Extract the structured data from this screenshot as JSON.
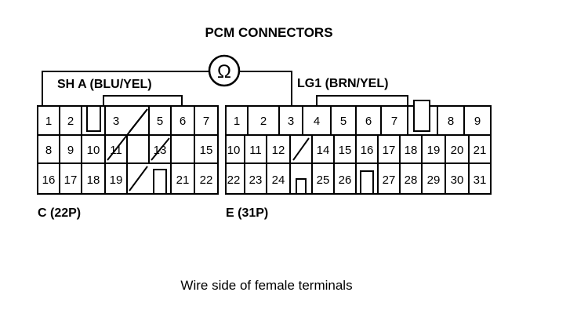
{
  "title": "PCM CONNECTORS",
  "meter_symbol": "Ω",
  "probe_left_label": "SH A (BLU/YEL)",
  "probe_right_label": "LG1 (BRN/YEL)",
  "caption": "Wire side of female terminals",
  "connector_c": {
    "name": "C (22P)",
    "rows": [
      [
        "1",
        "2",
        "",
        "3",
        "/",
        "5",
        "6",
        "7"
      ],
      [
        "8",
        "9",
        "10",
        "11",
        "/",
        "13",
        "/",
        "15"
      ],
      [
        "16",
        "17",
        "18",
        "19",
        "/",
        "",
        "21",
        "22"
      ]
    ]
  },
  "connector_e": {
    "name": "E (31P)",
    "rows": [
      [
        "1",
        "2",
        "3",
        "4",
        "5",
        "6",
        "7",
        "",
        "8",
        "9"
      ],
      [
        "10",
        "11",
        "12",
        "/",
        "14",
        "15",
        "16",
        "17",
        "18",
        "19",
        "20",
        "21"
      ],
      [
        "22",
        "23",
        "24",
        "",
        "25",
        "26",
        "",
        "27",
        "28",
        "29",
        "30",
        "31"
      ]
    ]
  }
}
